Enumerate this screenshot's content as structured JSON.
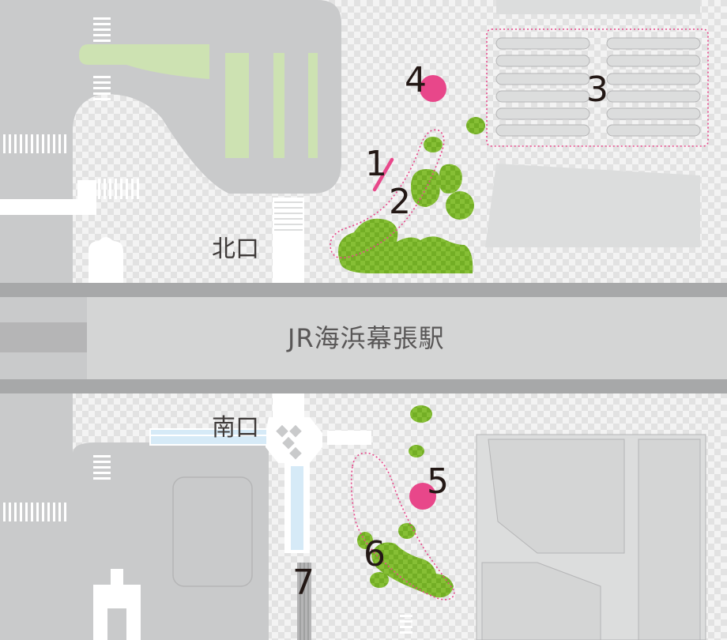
{
  "map": {
    "station_name": "JR海浜幕張駅",
    "exits": {
      "north": "北口",
      "south": "南口"
    },
    "markers": [
      {
        "id": "1",
        "label": "1",
        "kind": "line-mark"
      },
      {
        "id": "2",
        "label": "2",
        "kind": "green-area"
      },
      {
        "id": "3",
        "label": "3",
        "kind": "parking-area"
      },
      {
        "id": "4",
        "label": "4",
        "kind": "point-mark"
      },
      {
        "id": "5",
        "label": "5",
        "kind": "point-mark"
      },
      {
        "id": "6",
        "label": "6",
        "kind": "green-area"
      },
      {
        "id": "7",
        "label": "7",
        "kind": "passage"
      }
    ],
    "colors": {
      "road": "#c9cacb",
      "ground": "#f1f1f1",
      "checker": "#e3e3e3",
      "grass": "#cde2b2",
      "tree": "#7cb62d",
      "marker": "#e8478a",
      "rail_band": "#a7a8a9",
      "station_building": "#d4d5d5",
      "water": "#d6eaf7",
      "text": "#231815"
    }
  }
}
